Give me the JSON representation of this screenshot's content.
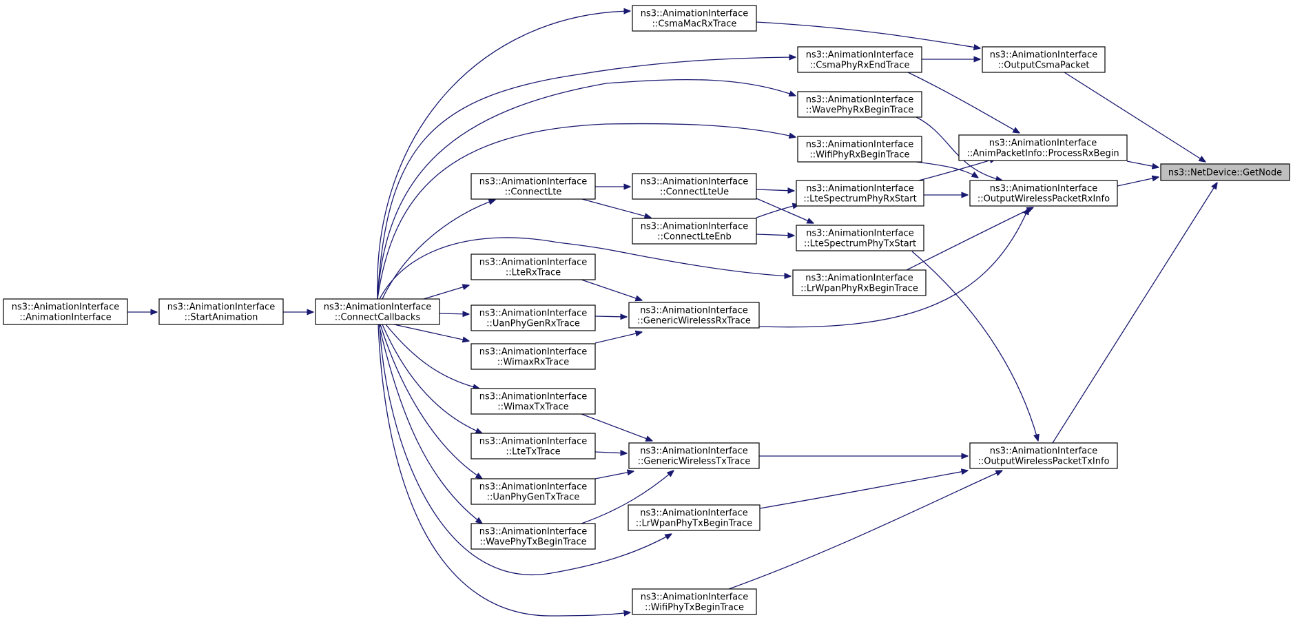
{
  "diagram": {
    "title": "",
    "colors": {
      "edge": "#191970",
      "box_border": "#000000",
      "highlight_fill": "#bfbfbf",
      "background": "#ffffff"
    },
    "nodes": [
      {
        "id": "n_getnode",
        "lines": [
          "ns3::NetDevice::GetNode"
        ],
        "highlight": true
      },
      {
        "id": "n_outputcsma",
        "lines": [
          "ns3::AnimationInterface",
          "::OutputCsmaPacket"
        ]
      },
      {
        "id": "n_processrx",
        "lines": [
          "ns3::AnimationInterface",
          "::AnimPacketInfo::ProcessRxBegin"
        ]
      },
      {
        "id": "n_outwrx",
        "lines": [
          "ns3::AnimationInterface",
          "::OutputWirelessPacketRxInfo"
        ]
      },
      {
        "id": "n_outwtx",
        "lines": [
          "ns3::AnimationInterface",
          "::OutputWirelessPacketTxInfo"
        ]
      },
      {
        "id": "n_csmamacrx",
        "lines": [
          "ns3::AnimationInterface",
          "::CsmaMacRxTrace"
        ]
      },
      {
        "id": "n_csmaphyrxend",
        "lines": [
          "ns3::AnimationInterface",
          "::CsmaPhyRxEndTrace"
        ]
      },
      {
        "id": "n_wavephyrxbegin",
        "lines": [
          "ns3::AnimationInterface",
          "::WavePhyRxBeginTrace"
        ]
      },
      {
        "id": "n_wifiphyrxbegin",
        "lines": [
          "ns3::AnimationInterface",
          "::WifiPhyRxBeginTrace"
        ]
      },
      {
        "id": "n_ltespecrx",
        "lines": [
          "ns3::AnimationInterface",
          "::LteSpectrumPhyRxStart"
        ]
      },
      {
        "id": "n_ltespectx",
        "lines": [
          "ns3::AnimationInterface",
          "::LteSpectrumPhyTxStart"
        ]
      },
      {
        "id": "n_lrwpanrx",
        "lines": [
          "ns3::AnimationInterface",
          "::LrWpanPhyRxBeginTrace"
        ]
      },
      {
        "id": "n_genwrx",
        "lines": [
          "ns3::AnimationInterface",
          "::GenericWirelessRxTrace"
        ]
      },
      {
        "id": "n_genwtx",
        "lines": [
          "ns3::AnimationInterface",
          "::GenericWirelessTxTrace"
        ]
      },
      {
        "id": "n_lrwpantx",
        "lines": [
          "ns3::AnimationInterface",
          "::LrWpanPhyTxBeginTrace"
        ]
      },
      {
        "id": "n_wifiphytx",
        "lines": [
          "ns3::AnimationInterface",
          "::WifiPhyTxBeginTrace"
        ]
      },
      {
        "id": "n_connectlteue",
        "lines": [
          "ns3::AnimationInterface",
          "::ConnectLteUe"
        ]
      },
      {
        "id": "n_connectlteenb",
        "lines": [
          "ns3::AnimationInterface",
          "::ConnectLteEnb"
        ]
      },
      {
        "id": "n_connectlte",
        "lines": [
          "ns3::AnimationInterface",
          "::ConnectLte"
        ]
      },
      {
        "id": "n_lterx",
        "lines": [
          "ns3::AnimationInterface",
          "::LteRxTrace"
        ]
      },
      {
        "id": "n_uanrx",
        "lines": [
          "ns3::AnimationInterface",
          "::UanPhyGenRxTrace"
        ]
      },
      {
        "id": "n_wimaxrx",
        "lines": [
          "ns3::AnimationInterface",
          "::WimaxRxTrace"
        ]
      },
      {
        "id": "n_wimaxtx",
        "lines": [
          "ns3::AnimationInterface",
          "::WimaxTxTrace"
        ]
      },
      {
        "id": "n_ltetx",
        "lines": [
          "ns3::AnimationInterface",
          "::LteTxTrace"
        ]
      },
      {
        "id": "n_uantx",
        "lines": [
          "ns3::AnimationInterface",
          "::UanPhyGenTxTrace"
        ]
      },
      {
        "id": "n_wavephytx",
        "lines": [
          "ns3::AnimationInterface",
          "::WavePhyTxBeginTrace"
        ]
      },
      {
        "id": "n_connectcb",
        "lines": [
          "ns3::AnimationInterface",
          "::ConnectCallbacks"
        ]
      },
      {
        "id": "n_startanim",
        "lines": [
          "ns3::AnimationInterface",
          "::StartAnimation"
        ]
      },
      {
        "id": "n_animiface",
        "lines": [
          "ns3::AnimationInterface",
          "::AnimationInterface"
        ]
      }
    ],
    "edges": [
      {
        "from": "n_outputcsma",
        "to": "n_getnode"
      },
      {
        "from": "n_processrx",
        "to": "n_getnode"
      },
      {
        "from": "n_outwrx",
        "to": "n_getnode"
      },
      {
        "from": "n_outwtx",
        "to": "n_getnode"
      },
      {
        "from": "n_csmamacrx",
        "to": "n_outputcsma"
      },
      {
        "from": "n_csmaphyrxend",
        "to": "n_outputcsma"
      },
      {
        "from": "n_csmaphyrxend",
        "to": "n_processrx"
      },
      {
        "from": "n_ltespecrx",
        "to": "n_processrx"
      },
      {
        "from": "n_wavephyrxbegin",
        "to": "n_outwrx"
      },
      {
        "from": "n_wifiphyrxbegin",
        "to": "n_outwrx"
      },
      {
        "from": "n_ltespecrx",
        "to": "n_outwrx"
      },
      {
        "from": "n_lrwpanrx",
        "to": "n_outwrx"
      },
      {
        "from": "n_genwrx",
        "to": "n_outwrx"
      },
      {
        "from": "n_ltespectx",
        "to": "n_outwtx"
      },
      {
        "from": "n_genwtx",
        "to": "n_outwtx"
      },
      {
        "from": "n_lrwpantx",
        "to": "n_outwtx"
      },
      {
        "from": "n_wifiphytx",
        "to": "n_outwtx"
      },
      {
        "from": "n_connectlteue",
        "to": "n_ltespecrx"
      },
      {
        "from": "n_connectlteenb",
        "to": "n_ltespecrx"
      },
      {
        "from": "n_connectlteue",
        "to": "n_ltespectx"
      },
      {
        "from": "n_connectlteenb",
        "to": "n_ltespectx"
      },
      {
        "from": "n_connectlte",
        "to": "n_connectlteue"
      },
      {
        "from": "n_connectlte",
        "to": "n_connectlteenb"
      },
      {
        "from": "n_lterx",
        "to": "n_genwrx"
      },
      {
        "from": "n_uanrx",
        "to": "n_genwrx"
      },
      {
        "from": "n_wimaxrx",
        "to": "n_genwrx"
      },
      {
        "from": "n_wimaxtx",
        "to": "n_genwtx"
      },
      {
        "from": "n_ltetx",
        "to": "n_genwtx"
      },
      {
        "from": "n_uantx",
        "to": "n_genwtx"
      },
      {
        "from": "n_wavephytx",
        "to": "n_genwtx"
      },
      {
        "from": "n_connectcb",
        "to": "n_csmamacrx"
      },
      {
        "from": "n_connectcb",
        "to": "n_csmaphyrxend"
      },
      {
        "from": "n_connectcb",
        "to": "n_wavephyrxbegin"
      },
      {
        "from": "n_connectcb",
        "to": "n_wifiphyrxbegin"
      },
      {
        "from": "n_connectcb",
        "to": "n_connectlte"
      },
      {
        "from": "n_connectcb",
        "to": "n_lrwpanrx"
      },
      {
        "from": "n_connectcb",
        "to": "n_lterx"
      },
      {
        "from": "n_connectcb",
        "to": "n_uanrx"
      },
      {
        "from": "n_connectcb",
        "to": "n_wimaxrx"
      },
      {
        "from": "n_connectcb",
        "to": "n_wimaxtx"
      },
      {
        "from": "n_connectcb",
        "to": "n_ltetx"
      },
      {
        "from": "n_connectcb",
        "to": "n_uantx"
      },
      {
        "from": "n_connectcb",
        "to": "n_wavephytx"
      },
      {
        "from": "n_connectcb",
        "to": "n_lrwpantx"
      },
      {
        "from": "n_connectcb",
        "to": "n_wifiphytx"
      },
      {
        "from": "n_startanim",
        "to": "n_connectcb"
      },
      {
        "from": "n_animiface",
        "to": "n_startanim"
      }
    ]
  }
}
